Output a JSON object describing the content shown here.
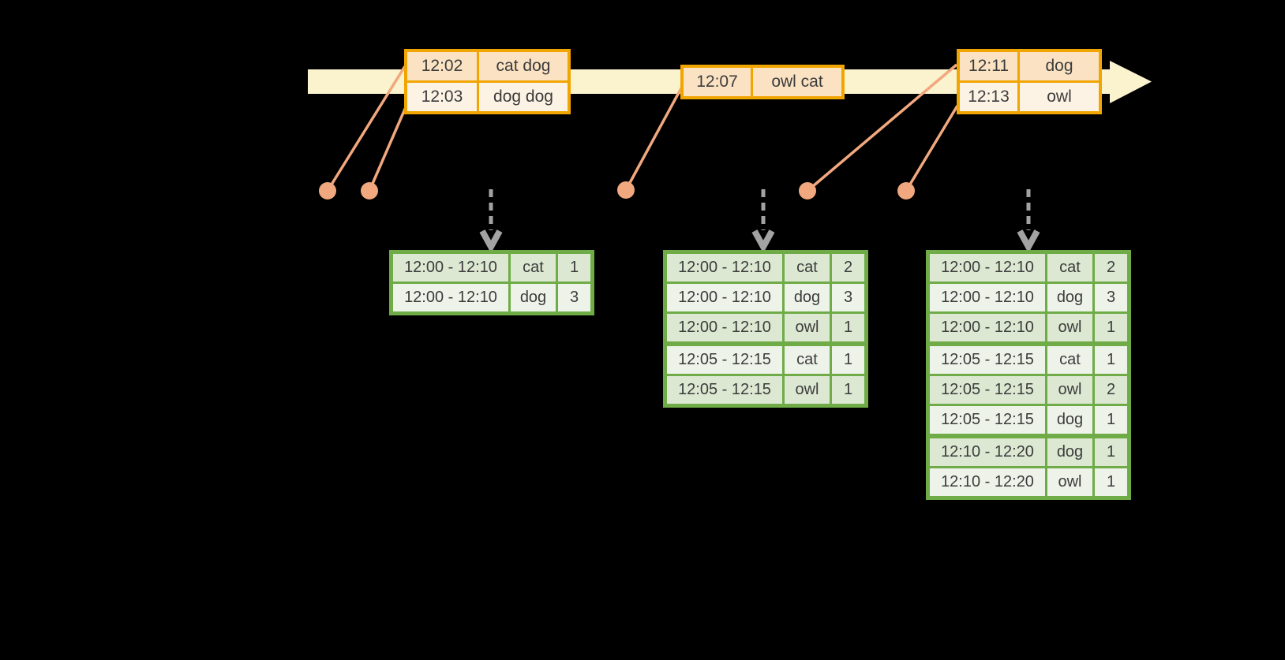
{
  "colors": {
    "bg": "#000000",
    "band": "#FBF2CE",
    "orange_border": "#F0A500",
    "peach_dark": "#FAE2C2",
    "peach_light": "#FDF3E5",
    "salmon": "#F2A87E",
    "green_border": "#6FAC47",
    "green_dark": "#DCE8D2",
    "green_light": "#EEF3EA",
    "arrow_gray": "#A3A3A3",
    "text": "#3C3C3C"
  },
  "icons": {
    "timeline_arrowhead": "right-arrow",
    "trigger_arrow": "dashed-down-arrow",
    "event_dot": "filled-circle"
  },
  "timeline": {
    "event_tables": [
      {
        "rows": [
          {
            "cells": [
              "12:02",
              "cat dog"
            ]
          },
          {
            "cells": [
              "12:03",
              "dog dog"
            ]
          }
        ]
      },
      {
        "rows": [
          {
            "cells": [
              "12:07",
              "owl cat"
            ]
          }
        ]
      },
      {
        "rows": [
          {
            "cells": [
              "12:11",
              "dog"
            ]
          },
          {
            "cells": [
              "12:13",
              "owl"
            ]
          }
        ]
      }
    ]
  },
  "result_tables": [
    {
      "rows": [
        {
          "cells": [
            "12:00 - 12:10",
            "cat",
            "1"
          ]
        },
        {
          "cells": [
            "12:00 - 12:10",
            "dog",
            "3"
          ]
        }
      ]
    },
    {
      "rows": [
        {
          "cells": [
            "12:00 - 12:10",
            "cat",
            "2"
          ]
        },
        {
          "cells": [
            "12:00 - 12:10",
            "dog",
            "3"
          ]
        },
        {
          "cells": [
            "12:00 - 12:10",
            "owl",
            "1"
          ]
        },
        {
          "cells": [
            "12:05 - 12:15",
            "cat",
            "1"
          ],
          "group_start": true
        },
        {
          "cells": [
            "12:05 - 12:15",
            "owl",
            "1"
          ]
        }
      ]
    },
    {
      "rows": [
        {
          "cells": [
            "12:00 - 12:10",
            "cat",
            "2"
          ]
        },
        {
          "cells": [
            "12:00 - 12:10",
            "dog",
            "3"
          ]
        },
        {
          "cells": [
            "12:00 - 12:10",
            "owl",
            "1"
          ]
        },
        {
          "cells": [
            "12:05 - 12:15",
            "cat",
            "1"
          ],
          "group_start": true
        },
        {
          "cells": [
            "12:05 - 12:15",
            "owl",
            "2"
          ]
        },
        {
          "cells": [
            "12:05 - 12:15",
            "dog",
            "1"
          ]
        },
        {
          "cells": [
            "12:10 - 12:20",
            "dog",
            "1"
          ],
          "group_start": true
        },
        {
          "cells": [
            "12:10 - 12:20",
            "owl",
            "1"
          ]
        }
      ]
    }
  ]
}
